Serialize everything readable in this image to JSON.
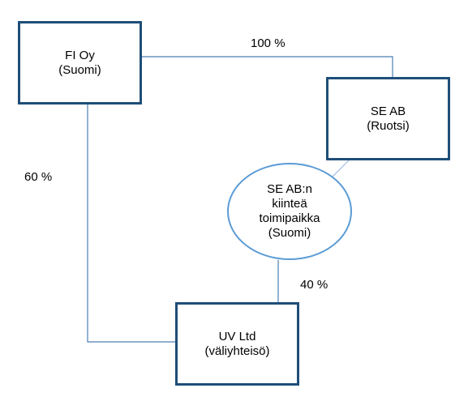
{
  "diagram": {
    "fi": {
      "name": "FI Oy",
      "country": "(Suomi)"
    },
    "se": {
      "name": "SE AB",
      "country": "(Ruotsi)"
    },
    "pe": {
      "line1": "SE AB:n",
      "line2": "kiinteä",
      "line3": "toimipaikka",
      "line4": "(Suomi)"
    },
    "uv": {
      "name": "UV Ltd",
      "subtitle": "(väliyhteisö)"
    },
    "ownership": {
      "fi_to_se": "100 %",
      "fi_to_uv": "60 %",
      "pe_to_uv": "40 %"
    }
  },
  "colors": {
    "box_border": "#1f4e79",
    "ellipse_border": "#5b9bd5",
    "connector": "#4a7fb5"
  }
}
